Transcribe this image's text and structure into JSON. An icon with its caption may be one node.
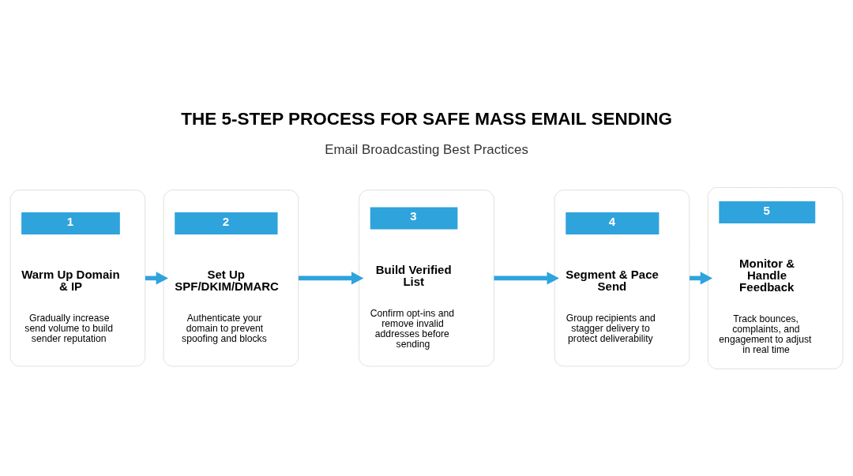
{
  "diagram": {
    "title": "THE 5-STEP PROCESS FOR SAFE MASS EMAIL SENDING",
    "nodes": [
      {
        "text": [
          "1",
          "Warm Up Domain & IP",
          "Gradually increase send volume to build sender reputation"
        ]
      },
      {
        "text": [
          "2",
          "Set Up SPF/DKIM/DMARC",
          "Authenticate your domain to prevent spoofing and blocks"
        ]
      },
      {
        "text": [
          "3",
          "Build Verified List",
          "Confirm opt-ins and remove invalid addresses before sending"
        ]
      },
      {
        "text": [
          "4",
          "Segment & Pace Send",
          "Group recipients and stagger delivery to protect deliverability"
        ]
      },
      {
        "text": [
          "5",
          "Monitor & Handle Feedback",
          "Track bounces, complaints, and engagement to adjust in real time"
        ]
      }
    ],
    "edges": [
      {
        "from": 0,
        "to": 1,
        "arrow": "to"
      },
      {
        "from": 1,
        "to": 2,
        "arrow": "to"
      },
      {
        "from": 2,
        "to": 3,
        "arrow": "to"
      },
      {
        "from": 3,
        "to": 4,
        "arrow": "to"
      }
    ],
    "labels": [
      "Email Broadcasting Best Practices"
    ]
  }
}
